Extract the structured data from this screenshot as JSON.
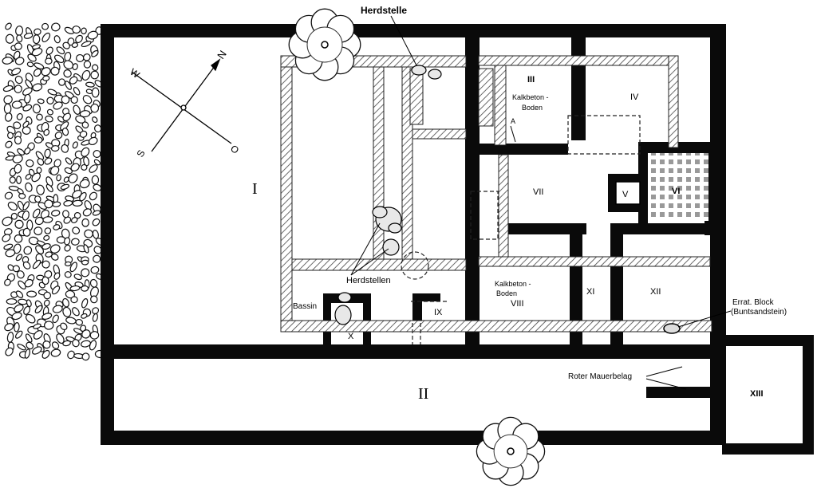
{
  "rooms": {
    "I": "I",
    "II": "II",
    "III": "III",
    "IV": "IV",
    "V": "V",
    "VI": "VI",
    "VII": "VII",
    "VIII": "VIII",
    "IX": "IX",
    "X": "X",
    "XI": "XI",
    "XII": "XII",
    "XIII": "XIII"
  },
  "labels": {
    "herdstelle": "Herdstelle",
    "herdstellen": "Herdstellen",
    "bassin": "Bassin",
    "kalkbeton_1_line1": "Kalkbeton -",
    "kalkbeton_1_line2": "Boden",
    "kalkbeton_2_line1": "Kalkbeton -",
    "kalkbeton_2_line2": "Boden",
    "erratic_line1": "Errat. Block",
    "erratic_line2": "(Buntsandstein)",
    "roter_mauerbelag": "Roter Mauerbelag",
    "section_marker": "A"
  },
  "compass": {
    "north": "N",
    "west": "W",
    "south": "S",
    "east": "O"
  },
  "colors": {
    "wall": "#0a0a0a",
    "hatch": "#555555",
    "background": "#ffffff"
  }
}
